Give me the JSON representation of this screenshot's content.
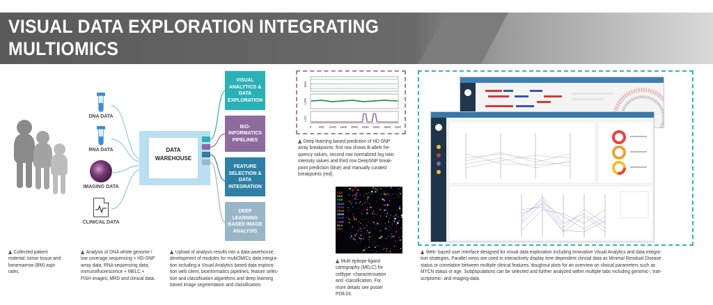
{
  "header": {
    "title_line1": "VISUAL DATA EXPLORATION INTEGRATING MULTIOMICS",
    "title_line2": "DATASETS, IMAGES AND CLINICAL DATA"
  },
  "data_sources": {
    "dna": "DNA DATA",
    "rna": "RNA DATA",
    "imaging": "IMAGING DATA",
    "clinical": "CLINICAL DATA"
  },
  "warehouse": {
    "label_line1": "DATA",
    "label_line2": "WAREHOUSE"
  },
  "modules": [
    {
      "lines": [
        "VISUAL",
        "ANALYTICS &",
        "DATA",
        "EXPLORATION"
      ],
      "color": "#2bb0b5"
    },
    {
      "lines": [
        "BIO-",
        "INFORMATICS",
        "PIPELINES"
      ],
      "color": "#8e6a9e"
    },
    {
      "lines": [
        "FEATURE",
        "SELECTION &",
        "DATA",
        "INTEGRATION"
      ],
      "color": "#2f7fa6"
    },
    {
      "lines": [
        "DEEP",
        "LEARNING",
        "BASED IMAGE",
        "ANALYSIS"
      ],
      "color": "#98b6c7"
    }
  ],
  "captions": {
    "patients": [
      "Collected patient",
      "material: tumor tissue and",
      "bonemarrow (BM) aspi-",
      "rates."
    ],
    "analysis": [
      "Analysis of DNA whole genome /",
      "low coverage sequencing + HD-SNP",
      "array data; RNA sequencing data;",
      "immunofluorescence + MELC +",
      "FISH images; MRD and clinical data."
    ],
    "upload": [
      "Upload of analysis results into a data warehouse;",
      "development of modules for multiOMICs data integra-",
      "tion including a Visual Analytics based data explora-",
      "tion web client, bioinformatics pipelines, feature selec-",
      "tion and classification algorithms and deep learning",
      "based image segmentation and classification."
    ],
    "snp": [
      "Deep learning based prediction of HD-SNP",
      "array breakpoints: first row shows B-allele fre-",
      "quency values, second row normalized log ratio",
      "intensity values and third row DeepSNP break-",
      "point prediction (blue) and manually curated",
      "breakpoints (red)."
    ],
    "melc": [
      "Multi epitope ligand",
      "cartography (MELC) for",
      "celltype -characterisation",
      "and -classification. For",
      "more details see poster",
      "PD8.03."
    ],
    "webui": [
      "Web- based user interface designed for visual data exploration including innovative Visual Analytics and data integra-",
      "tion strategies. Parallel views are used to interactively display time dependent clincial data as Minimal Residual Disease",
      "status or correlation between multiple clinical features, doughnut plots for an overview on clinical parameters such as",
      "MYCN status or age. Subpopulations can be selected and further analyzed within multiple tabs including genomic-, tran-",
      "scriptomic- and imaging-data."
    ]
  },
  "snp_plot": {
    "row_labels": [
      "BAF",
      "LRR",
      "LOC\nOutput"
    ],
    "x_ticks": [
      "0",
      "500",
      "1000",
      "1500",
      "2000",
      "2500",
      "3000",
      "3500",
      "4000"
    ]
  },
  "melc_legend": [
    {
      "label": "CD3",
      "color": "#ff3b3b"
    },
    {
      "label": "CD4",
      "color": "#ffd23b"
    },
    {
      "label": "CD8",
      "color": "#3bff6a"
    },
    {
      "label": "CD14",
      "color": "#3bc7ff"
    },
    {
      "label": "CD16",
      "color": "#c23bff"
    },
    {
      "label": "CD19",
      "color": "#ff8a3b"
    },
    {
      "label": "CD20",
      "color": "#ffffff"
    },
    {
      "label": "CD45",
      "color": "#3b6bff"
    },
    {
      "label": "CD56",
      "color": "#ff3bd0"
    },
    {
      "label": "HLA",
      "color": "#9cff3b"
    },
    {
      "label": "Ki67",
      "color": "#ff3b7a"
    }
  ],
  "colors": {
    "frame_purple": "#a27fb3",
    "frame_teal": "#2fb3b8",
    "header_dark": "#5a5a5a"
  }
}
